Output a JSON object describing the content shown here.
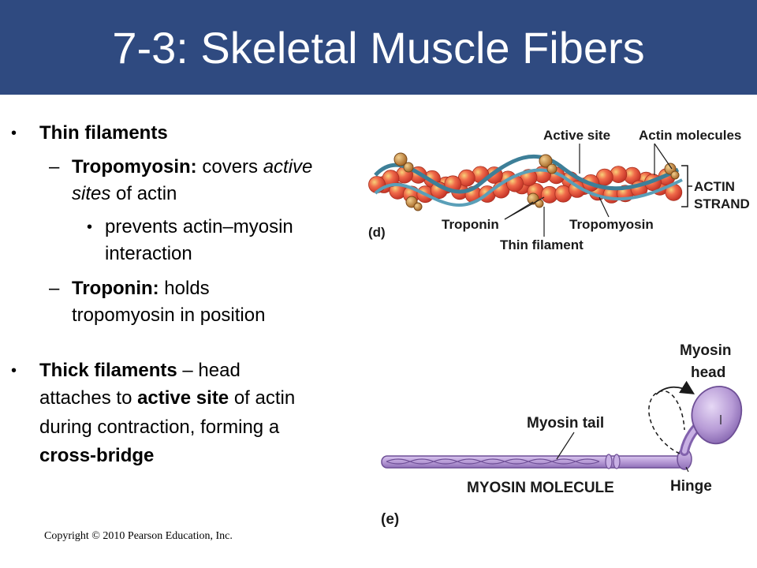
{
  "slide": {
    "title": "7-3: Skeletal Muscle Fibers",
    "bullets": {
      "thin_heading": "Thin filaments",
      "tropomyosin_term": "Tropomyosin:",
      "tropomyosin_text_1": " covers ",
      "tropomyosin_italic_1": "active",
      "tropomyosin_italic_2": "sites",
      "tropomyosin_text_2": " of actin",
      "prevents_line_1": "prevents actin–myosin",
      "prevents_line_2": "interaction",
      "troponin_term": "Troponin:",
      "troponin_text_1": " holds",
      "troponin_text_2": "tropomyosin in position",
      "thick_term": "Thick filaments",
      "thick_text_1": " – head",
      "thick_text_2a": "attaches to ",
      "thick_active_site": "active site",
      "thick_text_2b": " of actin",
      "thick_text_3": "during contraction, forming a",
      "cross_bridge": "cross-bridge"
    },
    "copyright": "Copyright © 2010 Pearson Education, Inc."
  },
  "figure_d": {
    "label_active_site": "Active site",
    "label_actin_molecules": "Actin molecules",
    "label_actin": "ACTIN",
    "label_strand": "STRAND",
    "label_troponin": "Troponin",
    "label_tropomyosin": "Tropomyosin",
    "label_thin_filament": "Thin filament",
    "panel_label": "(d)"
  },
  "figure_e": {
    "label_myosin": "Myosin",
    "label_head": "head",
    "label_myosin_tail": "Myosin tail",
    "label_myosin_molecule": "MYOSIN MOLECULE",
    "label_hinge": "Hinge",
    "panel_label": "(e)"
  },
  "colors": {
    "title_bar": "#2f4a80",
    "actin_bead": "#e8503a",
    "actin_highlight": "#f6c060",
    "tropomyosin": "#4a8fa8",
    "troponin": "#c9853a",
    "myosin": "#b79bd6",
    "myosin_dark": "#7d5ea3"
  }
}
